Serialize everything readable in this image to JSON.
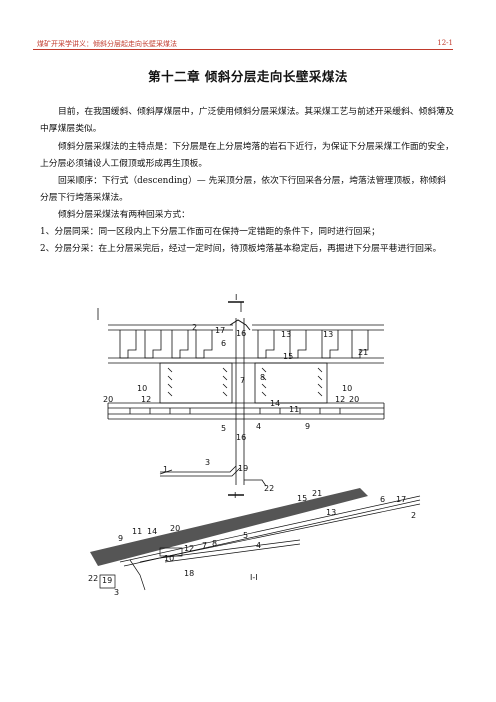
{
  "header": {
    "left": "煤矿开采学讲义：倾斜分层起走向长壁采煤法",
    "right": "12-1"
  },
  "title": "第十二章  倾斜分层走向长壁采煤法",
  "paragraphs": {
    "p1": "目前，在我国缓斜、倾斜厚煤层中，广泛使用倾斜分层采煤法。其采煤工艺与前述开采缓斜、倾斜薄及中厚煤层类似。",
    "p2": "倾斜分层采煤法的主特点是：下分层是在上分层垮落的岩石下近行，为保证下分层采煤工作面的安全，上分层必须铺设人工假顶或形成再生顶板。",
    "p3": "回采顺序：下行式（descending）—  先采顶分层，依次下行回采各分层，垮落法管理顶板，称倾斜分层下行垮落采煤法。",
    "p4": "倾斜分层采煤法有两种回采方式：",
    "p5": "1、分层同采：同一区段内上下分层工作面可在保持一定错距的条件下，同时进行回采；",
    "p6": "2、分层分采：在上分层采完后，经过一定时间，待顶板垮落基本稳定后，再掘进下分层平巷进行回采。"
  },
  "figure": {
    "section_label_top": "I",
    "section_label_bottom": "I",
    "section_caption": "I-I",
    "plan_labels": [
      "2",
      "17",
      "16",
      "6",
      "13",
      "13",
      "15",
      "21",
      "8",
      "7",
      "10",
      "10",
      "20",
      "12",
      "14",
      "11",
      "12",
      "20",
      "5",
      "4",
      "9",
      "16",
      "3",
      "19",
      "1",
      "22"
    ],
    "section_labels": [
      "15",
      "21",
      "13",
      "6",
      "17",
      "2",
      "9",
      "11",
      "14",
      "20",
      "12",
      "7",
      "8",
      "5",
      "4",
      "10",
      "18",
      "22",
      "19",
      "3"
    ]
  }
}
